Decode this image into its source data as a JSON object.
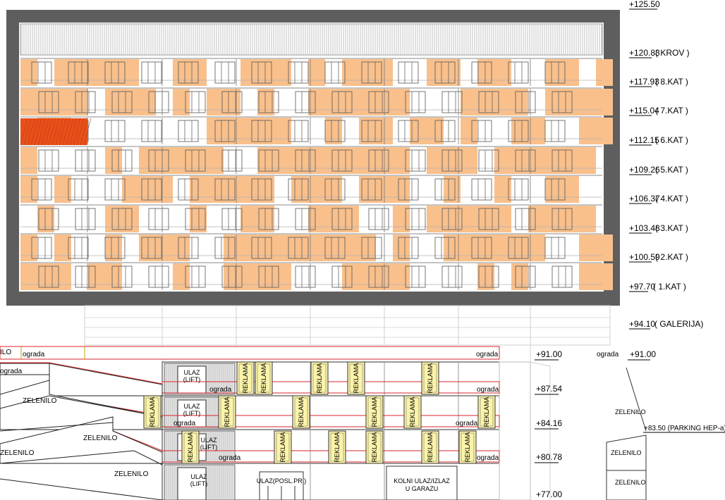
{
  "levels": [
    {
      "elev": "+125.50",
      "name": ""
    },
    {
      "elev": "+120.83",
      "name": "( KROV )"
    },
    {
      "elev": "+117.93",
      "name": "( 8.KAT )"
    },
    {
      "elev": "+115.04",
      "name": "( 7.KAT )"
    },
    {
      "elev": "+112.15",
      "name": "( 6.KAT )"
    },
    {
      "elev": "+109.26",
      "name": "( 5.KAT )"
    },
    {
      "elev": "+106.37",
      "name": "( 4.KAT )"
    },
    {
      "elev": "+103.48",
      "name": "( 3.KAT )"
    },
    {
      "elev": "+100.59",
      "name": "( 2.KAT )"
    },
    {
      "elev": "+97.70",
      "name": "( 1.KAT )"
    },
    {
      "elev": "+94.10",
      "name": "( GALERIJA)"
    }
  ],
  "podium_levels": [
    "+91.00",
    "+87.54",
    "+84.16",
    "+80.78",
    "+77.00"
  ],
  "right_level": {
    "elev": "+91.00",
    "label": "ograda"
  },
  "parking": "+83.50 (PARKING HEP-a)",
  "labels": {
    "zelenilo": "ZELENILO",
    "ograda": "ograda",
    "reklama": "REKLAMA",
    "ulaz_lift_1": "ULAZ",
    "ulaz_lift_2": "(LIFT)",
    "ulaz_posl": "ULAZ(POSL.PR.)",
    "kolni_1": "KOLNI ULAZ/IZLAZ",
    "kolni_2": "U GARAZU",
    "ilo": "ILO"
  },
  "colors": {
    "orange": "#f9c08c",
    "highlight": "#e8501a",
    "frame": "#5e5e5e",
    "reklama_fill": "#fbf3a8",
    "red_line": "#d9252b"
  }
}
